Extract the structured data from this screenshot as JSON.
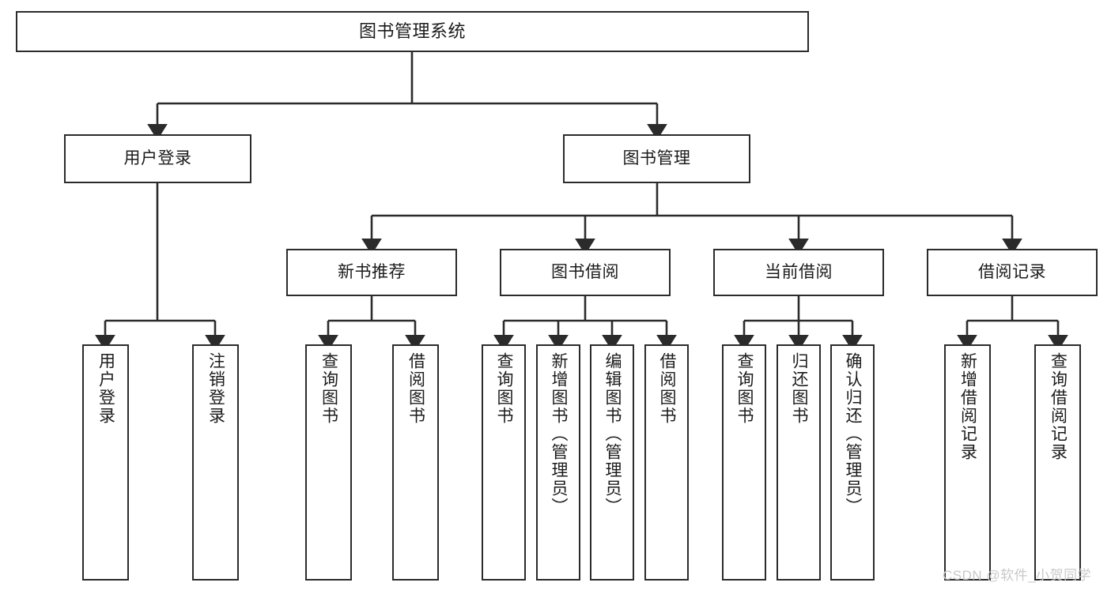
{
  "diagram": {
    "type": "tree-hierarchy-chart",
    "title": "图书管理系统",
    "orientation": "top-down",
    "colors": {
      "box_border": "#2b2b2b",
      "box_fill": "#ffffff",
      "edge": "#2b2b2b",
      "text": "#1b1b1b",
      "watermark": "#c9c9c9",
      "background": "#ffffff"
    },
    "root": {
      "label": "图书管理系统"
    },
    "level2": [
      {
        "id": "user-login",
        "label": "用户登录"
      },
      {
        "id": "book-manage",
        "label": "图书管理"
      }
    ],
    "level3": [
      {
        "id": "new-book-recommend",
        "label": "新书推荐"
      },
      {
        "id": "book-borrow",
        "label": "图书借阅"
      },
      {
        "id": "current-borrow",
        "label": "当前借阅"
      },
      {
        "id": "borrow-record",
        "label": "借阅记录"
      }
    ],
    "leaves": {
      "user-login": [
        {
          "id": "leaf-user-login",
          "label": "用户登录"
        },
        {
          "id": "leaf-logout",
          "label": "注销登录"
        }
      ],
      "new-book-recommend": [
        {
          "id": "leaf-query-book-1",
          "label": "查询图书"
        },
        {
          "id": "leaf-borrow-book-1",
          "label": "借阅图书"
        }
      ],
      "book-borrow": [
        {
          "id": "leaf-query-book-2",
          "label": "查询图书"
        },
        {
          "id": "leaf-add-book",
          "label": "新增图书（管理员）"
        },
        {
          "id": "leaf-edit-book",
          "label": "编辑图书（管理员）"
        },
        {
          "id": "leaf-borrow-book-2",
          "label": "借阅图书"
        }
      ],
      "current-borrow": [
        {
          "id": "leaf-query-book-3",
          "label": "查询图书"
        },
        {
          "id": "leaf-return-book",
          "label": "归还图书"
        },
        {
          "id": "leaf-confirm-return",
          "label": "确认归还（管理员）"
        }
      ],
      "borrow-record": [
        {
          "id": "leaf-add-record",
          "label": "新增借阅记录"
        },
        {
          "id": "leaf-query-record",
          "label": "查询借阅记录"
        }
      ]
    }
  },
  "watermark": {
    "text": "CSDN @软件_小贺同学"
  }
}
